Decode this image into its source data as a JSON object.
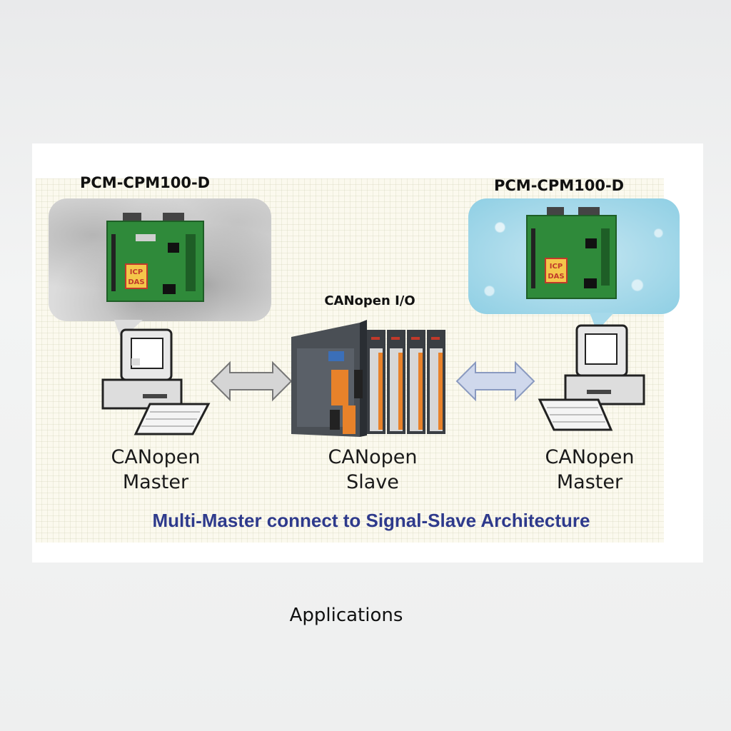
{
  "left_master": {
    "board_label": "PCM-CPM100-D",
    "device_line1": "CANopen",
    "device_line2": "Master"
  },
  "right_master": {
    "board_label": "PCM-CPM100-D",
    "device_line1": "CANopen",
    "device_line2": "Master"
  },
  "slave": {
    "top_label": "CANopen I/O",
    "device_line1": "CANopen",
    "device_line2": "Slave"
  },
  "pcb_logo": {
    "line1": "ICP",
    "line2": "DAS"
  },
  "caption": "Multi-Master connect to Signal-Slave Architecture",
  "footer": "Applications",
  "colors": {
    "caption": "#2e3a8c",
    "pcb_green": "#2f8a3a",
    "arrow_fill": "#cfd8ec"
  }
}
